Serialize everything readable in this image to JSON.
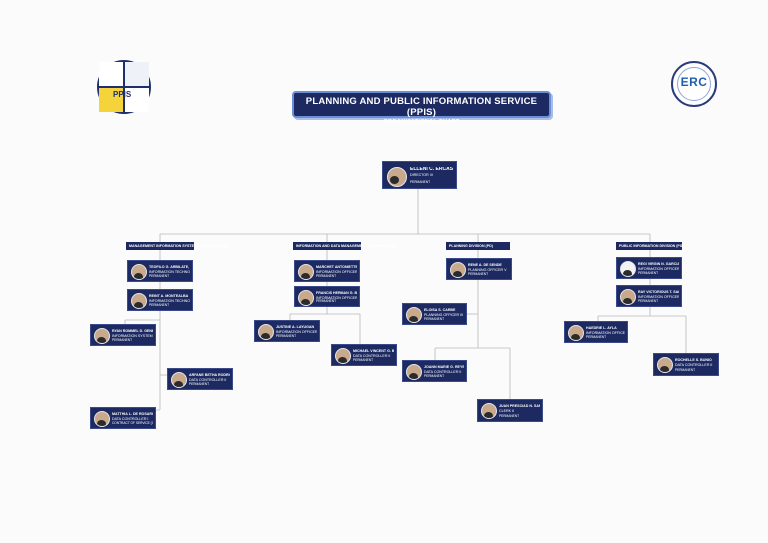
{
  "header": {
    "title": "PLANNING AND PUBLIC INFORMATION SERVICE (PPIS)",
    "subtitle": "ORGANIZATIONAL CHART"
  },
  "logos": {
    "left": {
      "text": "PPIS"
    },
    "right": {
      "text": "ERC"
    }
  },
  "colors": {
    "card_bg": "#1d2a62",
    "line": "#b8b8b8",
    "title_border": "#6b8fd6"
  },
  "head": {
    "name": "ELLENI C. ERCAS",
    "position": "DIRECTOR III",
    "status": "PERMANENT"
  },
  "divisions": [
    {
      "label": "MANAGEMENT INFORMATION SYSTEMS DIVISION (MISD)"
    },
    {
      "label": "INFORMATION AND DATA MANAGEMENT DIVISION (IDMD)"
    },
    {
      "label": "PLANNING DIVISION (PD)"
    },
    {
      "label": "PUBLIC INFORMATION DIVISION (PID)"
    }
  ],
  "cards": [
    {
      "name": "TEOFILO G. ARBILATE, JR.",
      "position": "INFORMATION TECHNOLOGY OFFICER III",
      "status": "PERMANENT"
    },
    {
      "name": "REINT A. MONTEALBA",
      "position": "INFORMATION TECHNOLOGY OFFICER II",
      "status": "PERMANENT"
    },
    {
      "name": "RYAN ROMMEL D. GENEBLA",
      "position": "INFORMATION SYSTEM ANALYST III",
      "status": "PERMANENT"
    },
    {
      "name": "ARFANE BETHA RODRIGUEZ",
      "position": "DATA CONTROLLER II",
      "status": "PERMANENT"
    },
    {
      "name": "MATTHIA L. DE ROSARIO",
      "position": "DATA CONTROLLER I",
      "status": "CONTRACT OF SERVICE (COS)"
    },
    {
      "name": "MARCHET ANTONIETTE BALATE",
      "position": "INFORMATION OFFICER IV",
      "status": "PERMANENT"
    },
    {
      "name": "FRANCIS HERMAN G. BALA",
      "position": "INFORMATION OFFICER III",
      "status": "PERMANENT"
    },
    {
      "name": "JUSTINE A. LAYUGAN",
      "position": "INFORMATION OFFICER I",
      "status": "PERMANENT"
    },
    {
      "name": "MICHAEL VINCENT G. BRIGA",
      "position": "DATA CONTROLLER II",
      "status": "PERMANENT"
    },
    {
      "name": "RENE A. DE SENDE",
      "position": "PLANNING OFFICER V",
      "status": "PERMANENT"
    },
    {
      "name": "ELOISA S. CARBE",
      "position": "PLANNING OFFICER III",
      "status": "PERMANENT"
    },
    {
      "name": "JOANN MARIE G. REYES",
      "position": "DATA CONTROLLER II",
      "status": "PERMANENT"
    },
    {
      "name": "JUAN PRESCIAD N. SANTOS",
      "position": "CLERK II",
      "status": "PERMANENT"
    },
    {
      "name": "REGI VIRGIN N. GARCIA",
      "position": "INFORMATION OFFICER V",
      "status": "PERMANENT"
    },
    {
      "name": "RAY VICTORIOUS T. SALVA",
      "position": "INFORMATION OFFICER III",
      "status": "PERMANENT"
    },
    {
      "name": "HAEDRIE L. AYLA",
      "position": "INFORMATION OFFICER II",
      "status": "PERMANENT"
    },
    {
      "name": "ROCHELLE S. BUNIO",
      "position": "DATA CONTROLLER II",
      "status": "PERMANENT"
    }
  ]
}
